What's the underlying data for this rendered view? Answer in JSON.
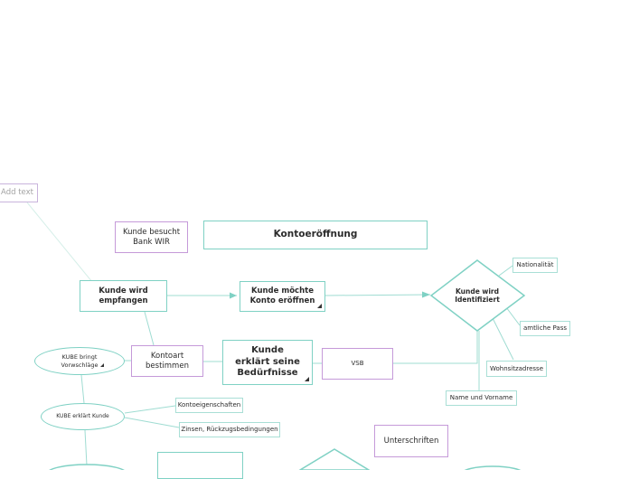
{
  "add_text": "Add text",
  "title": "Kontoeröffnung",
  "nodes": {
    "kunde_besucht": "Kunde besucht Bank WIR",
    "kunde_wird_empfangen": "Kunde wird empfangen",
    "kunde_moechte": "Kunde möchte Konto eröffnen",
    "kunde_identifiziert": "Kunde wird Identifiziert",
    "nationalitaet": "Nationalität",
    "amtlicher_pass": "amtliche Pass",
    "wohnsitzadresse": "Wohnsitzadresse",
    "name_vorname": "Name und Vorname",
    "vsb": "VSB",
    "kunde_erklaert": "Kunde erklärt seine Bedürfnisse",
    "kontoart": "Kontoart bestimmen",
    "kube_bringt": "KUBE bringt Vorwschläge",
    "kube_erklaert": "KUBE erklärt Kunde",
    "kontoeigenschaften": "Kontoeigenschaften",
    "zinsen": "Zinsen, Rückzugsbedingungen",
    "unterschriften": "Unterschriften"
  },
  "colors": {
    "teal": "#7fd1c4",
    "purple": "#c59ad9",
    "line": "#8fd8cc"
  }
}
